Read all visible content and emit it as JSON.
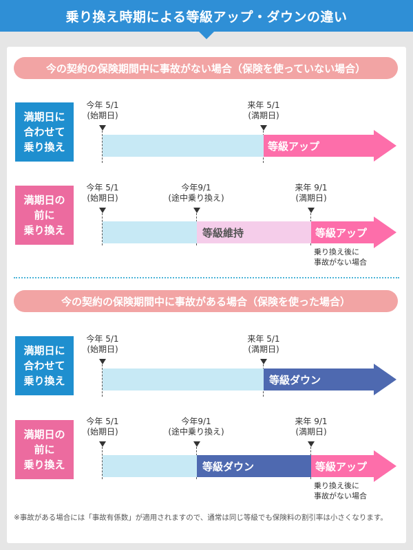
{
  "header": {
    "title": "乗り換え時期による等級アップ・ダウンの違い"
  },
  "sections": [
    {
      "title": "今の契約の保険期間中に事故がない場合（保険を使っていない場合）",
      "rows": [
        {
          "side_label": [
            "満期日に",
            "合わせて",
            "乗り換え"
          ],
          "points": [
            {
              "line1": "今年 5/1",
              "line2": "(始期日)"
            },
            {
              "line1": "来年 5/1",
              "line2": "(満期日)"
            }
          ],
          "segments": [
            "等級アップ"
          ]
        },
        {
          "side_label": [
            "満期日の",
            "前に",
            "乗り換え"
          ],
          "points": [
            {
              "line1": "今年 5/1",
              "line2": "(始期日)"
            },
            {
              "line1": "今年9/1",
              "line2": "(途中乗り換え)"
            },
            {
              "line1": "来年 9/1",
              "line2": "(満期日)"
            }
          ],
          "segments": [
            "等級維持",
            "等級アップ"
          ],
          "note": [
            "乗り換え後に",
            "事故がない場合"
          ]
        }
      ]
    },
    {
      "title": "今の契約の保険期間中に事故がある場合（保険を使った場合）",
      "rows": [
        {
          "side_label": [
            "満期日に",
            "合わせて",
            "乗り換え"
          ],
          "points": [
            {
              "line1": "今年 5/1",
              "line2": "(始期日)"
            },
            {
              "line1": "来年 5/1",
              "line2": "(満期日)"
            }
          ],
          "segments": [
            "等級ダウン"
          ]
        },
        {
          "side_label": [
            "満期日の",
            "前に",
            "乗り換え"
          ],
          "points": [
            {
              "line1": "今年 5/1",
              "line2": "(始期日)"
            },
            {
              "line1": "今年9/1",
              "line2": "(途中乗り換え)"
            },
            {
              "line1": "来年 9/1",
              "line2": "(満期日)"
            }
          ],
          "segments": [
            "等級ダウン",
            "等級アップ"
          ],
          "note": [
            "乗り換え後に",
            "事故がない場合"
          ]
        }
      ]
    }
  ],
  "footnote": "※事故がある場合には「事故有係数」が適用されますので、通常は同じ等級でも保険料の割引率は小さくなります。",
  "colors": {
    "header": "#2f8fd6",
    "section_title": "#f2a4a4",
    "side_blue": "#1f8fcf",
    "side_pink": "#ec6b9f",
    "bar_light": "#c7e9f5",
    "bar_lavender": "#f5cdea",
    "arrow_pink": "#fd6eaa",
    "arrow_navy": "#4e69b0"
  }
}
